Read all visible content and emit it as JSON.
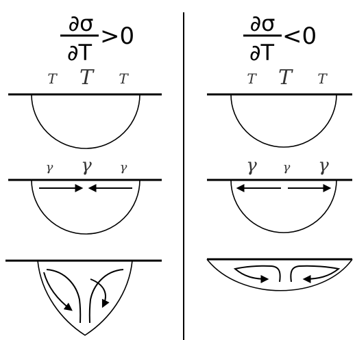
{
  "left_panel": {
    "numerator": "∂σ",
    "denominator": "∂T",
    "relation": ">0",
    "row1_labels": [
      "T",
      "T",
      "T"
    ],
    "row2_labels": [
      "γ",
      "γ",
      "γ"
    ]
  },
  "right_panel": {
    "numerator": "∂σ",
    "denominator": "∂T",
    "relation": "<0",
    "row1_labels": [
      "T",
      "T",
      "T"
    ],
    "row2_labels": [
      "γ",
      "γ",
      "γ"
    ]
  },
  "colors": {
    "ink": "#000000",
    "label": "#333333",
    "background": "#ffffff"
  }
}
